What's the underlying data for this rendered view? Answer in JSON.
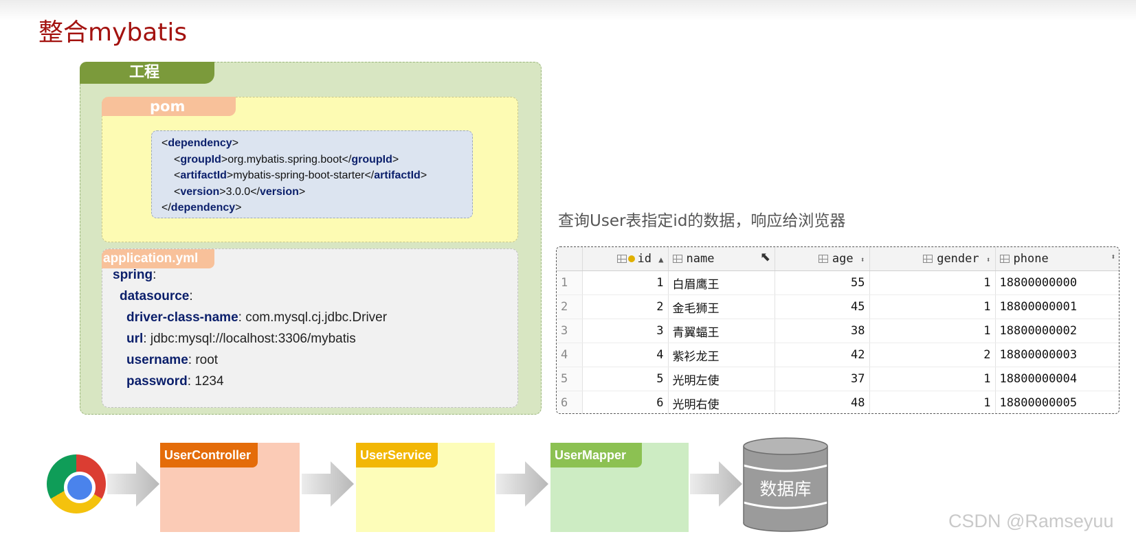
{
  "title": "整合mybatis",
  "project": {
    "label": "工程",
    "pom": {
      "label": "pom",
      "dependency": {
        "open_tag": "dependency",
        "groupId_tag": "groupId",
        "groupId": "org.mybatis.spring.boot",
        "artifactId_tag": "artifactId",
        "artifactId": "mybatis-spring-boot-starter",
        "version_tag": "version",
        "version": "3.0.0"
      }
    },
    "yml": {
      "label": "application.yml",
      "lines": [
        {
          "key": "spring",
          "value": ""
        },
        {
          "key": "datasource",
          "value": ""
        },
        {
          "key": "driver-class-name",
          "value": " com.mysql.cj.jdbc.Driver"
        },
        {
          "key": "url",
          "value": " jdbc:mysql://localhost:3306/mybatis"
        },
        {
          "key": "username",
          "value": " root"
        },
        {
          "key": "password",
          "value": " 1234"
        }
      ]
    }
  },
  "caption": "查询User表指定id的数据，响应给浏览器",
  "table": {
    "columns": [
      "id",
      "name",
      "age",
      "gender",
      "phone"
    ],
    "rows": [
      {
        "rn": "1",
        "id": "1",
        "name": "白眉鹰王",
        "age": "55",
        "gender": "1",
        "phone": "18800000000"
      },
      {
        "rn": "2",
        "id": "2",
        "name": "金毛狮王",
        "age": "45",
        "gender": "1",
        "phone": "18800000001"
      },
      {
        "rn": "3",
        "id": "3",
        "name": "青翼蝠王",
        "age": "38",
        "gender": "1",
        "phone": "18800000002"
      },
      {
        "rn": "4",
        "id": "4",
        "name": "紫衫龙王",
        "age": "42",
        "gender": "2",
        "phone": "18800000003"
      },
      {
        "rn": "5",
        "id": "5",
        "name": "光明左使",
        "age": "37",
        "gender": "1",
        "phone": "18800000004"
      },
      {
        "rn": "6",
        "id": "6",
        "name": "光明右使",
        "age": "48",
        "gender": "1",
        "phone": "18800000005"
      }
    ]
  },
  "flow": {
    "controller": "UserController",
    "service": "UserService",
    "mapper": "UserMapper",
    "database": "数据库"
  },
  "watermark": "CSDN @Ramseyuu",
  "colors": {
    "title": "#a3120f",
    "controller_tab": "#e46c0a",
    "controller_box": "#fbcbb6",
    "service_tab": "#f2b705",
    "service_box": "#fdfdb9",
    "mapper_tab": "#8cc152",
    "mapper_box": "#cdecc3",
    "database": "#9b9b9b"
  },
  "icons": {
    "browser": "chrome-icon",
    "database": "database-cylinder-icon"
  }
}
